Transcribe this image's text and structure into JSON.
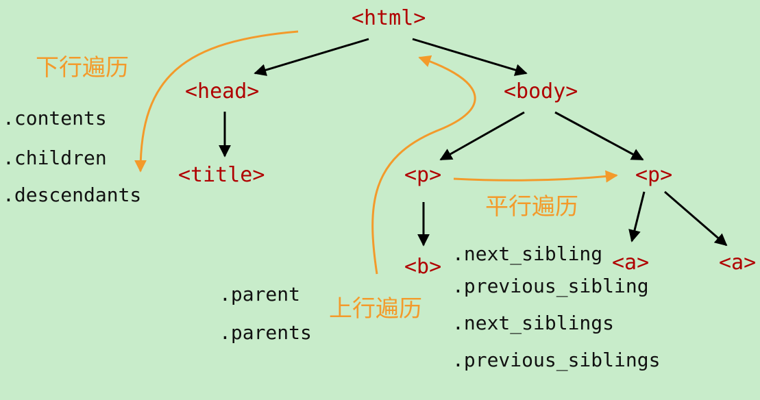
{
  "colors": {
    "background": "#c8ecca",
    "tag_text": "#b00000",
    "property_text": "#111111",
    "tree_edge": "#000000",
    "traversal": "#f39a2b"
  },
  "tags": {
    "html": "<html>",
    "head": "<head>",
    "title": "<title>",
    "body": "<body>",
    "p1": "<p>",
    "p2": "<p>",
    "b": "<b>",
    "a1": "<a>",
    "a2": "<a>"
  },
  "traversals": {
    "down": {
      "label": "下行遍历",
      "properties": [
        ".contents",
        ".children",
        ".descendants"
      ]
    },
    "up": {
      "label": "上行遍历",
      "properties": [
        ".parent",
        ".parents"
      ]
    },
    "parallel": {
      "label": "平行遍历",
      "properties": [
        ".next_sibling",
        ".previous_sibling",
        ".next_siblings",
        ".previous_siblings"
      ]
    }
  }
}
